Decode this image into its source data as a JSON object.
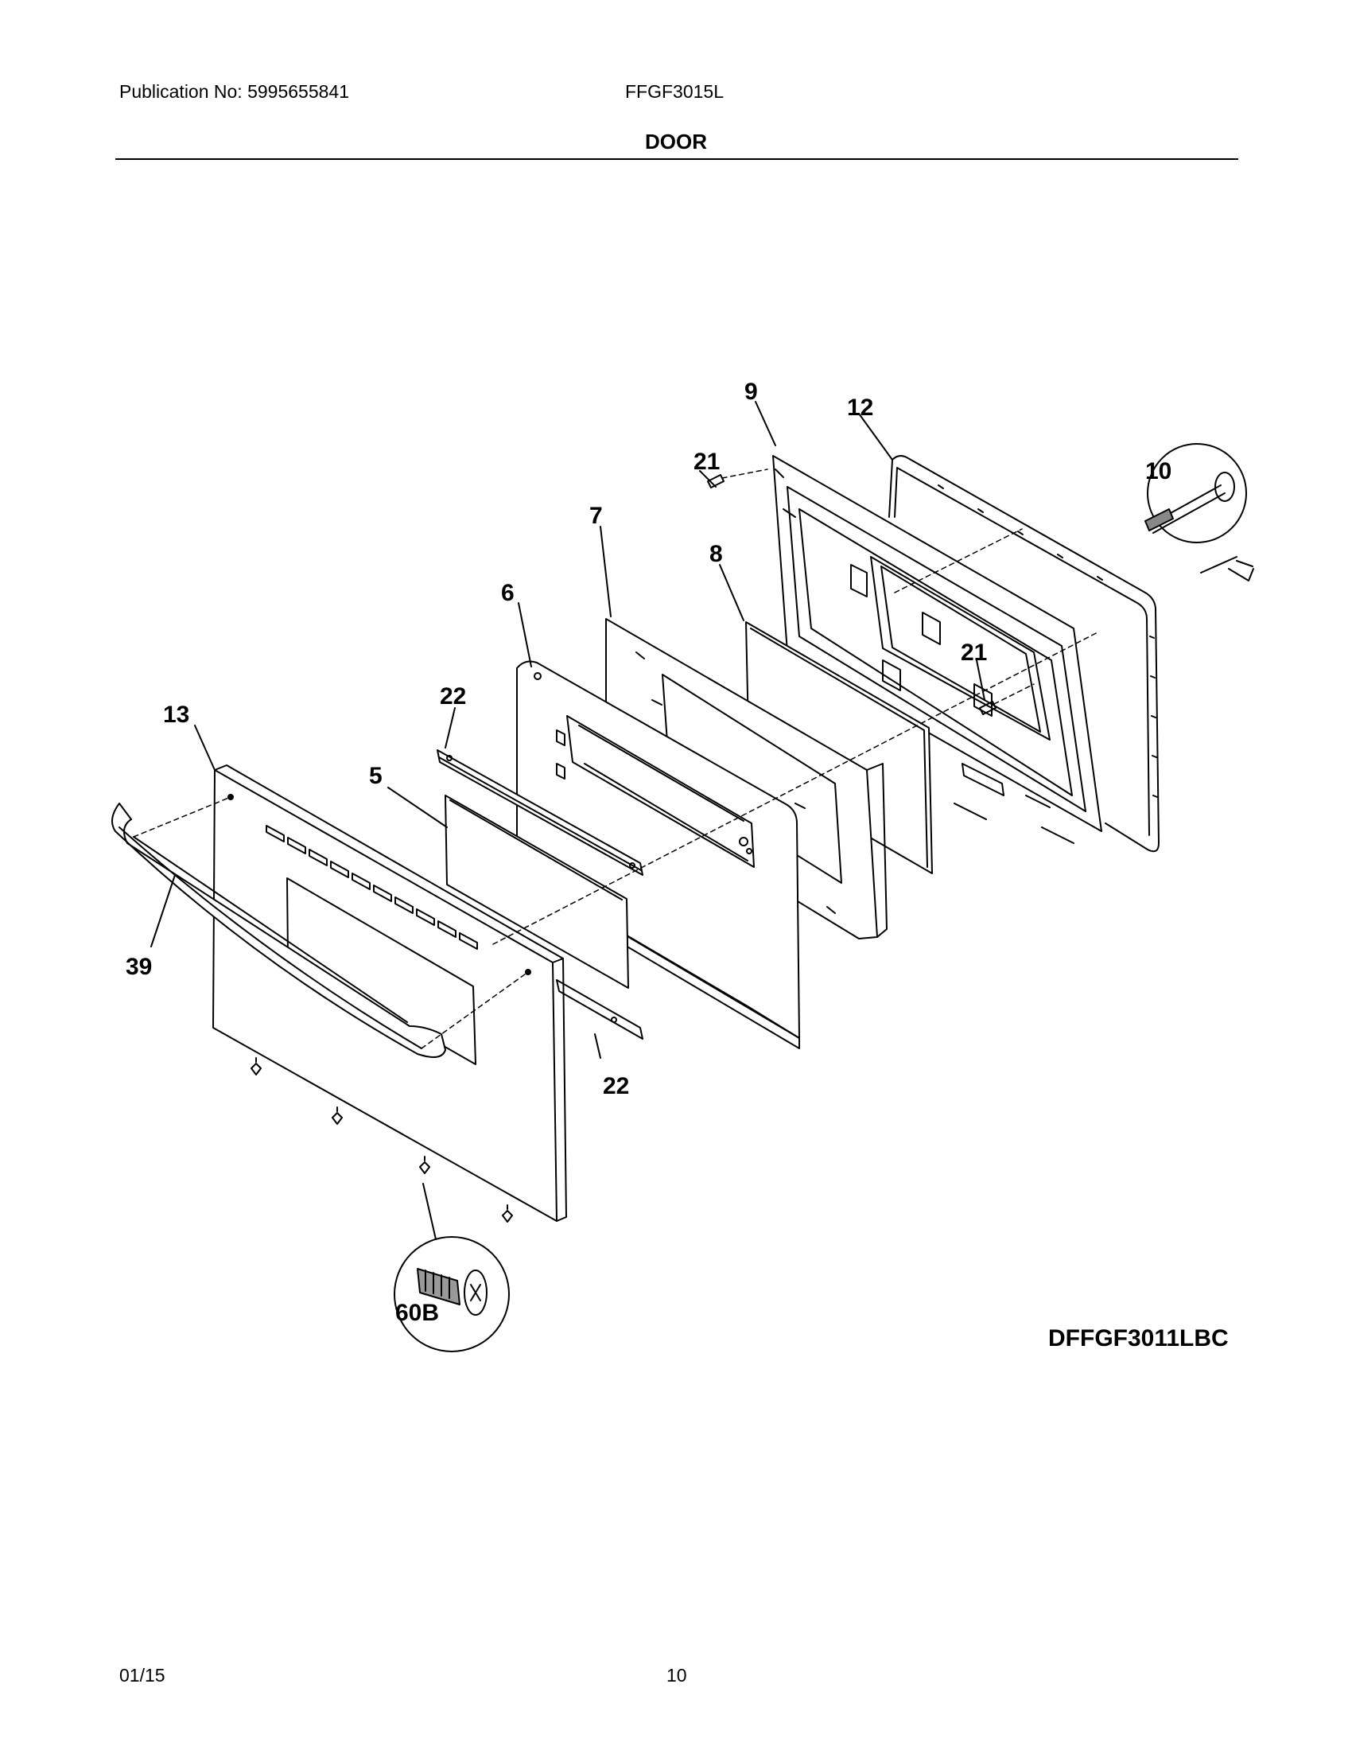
{
  "header": {
    "publication": "Publication No: 5995655841",
    "model": "FFGF3015L",
    "section_title": "DOOR"
  },
  "diagram": {
    "code": "DFFGF3011LBC",
    "callouts": {
      "c9": "9",
      "c12": "12",
      "c10": "10",
      "c21a": "21",
      "c7": "7",
      "c8": "8",
      "c6": "6",
      "c21b": "21",
      "c22a": "22",
      "c13": "13",
      "c5": "5",
      "c39": "39",
      "c22b": "22",
      "c60b": "60B"
    }
  },
  "footer": {
    "date": "01/15",
    "page": "10"
  }
}
